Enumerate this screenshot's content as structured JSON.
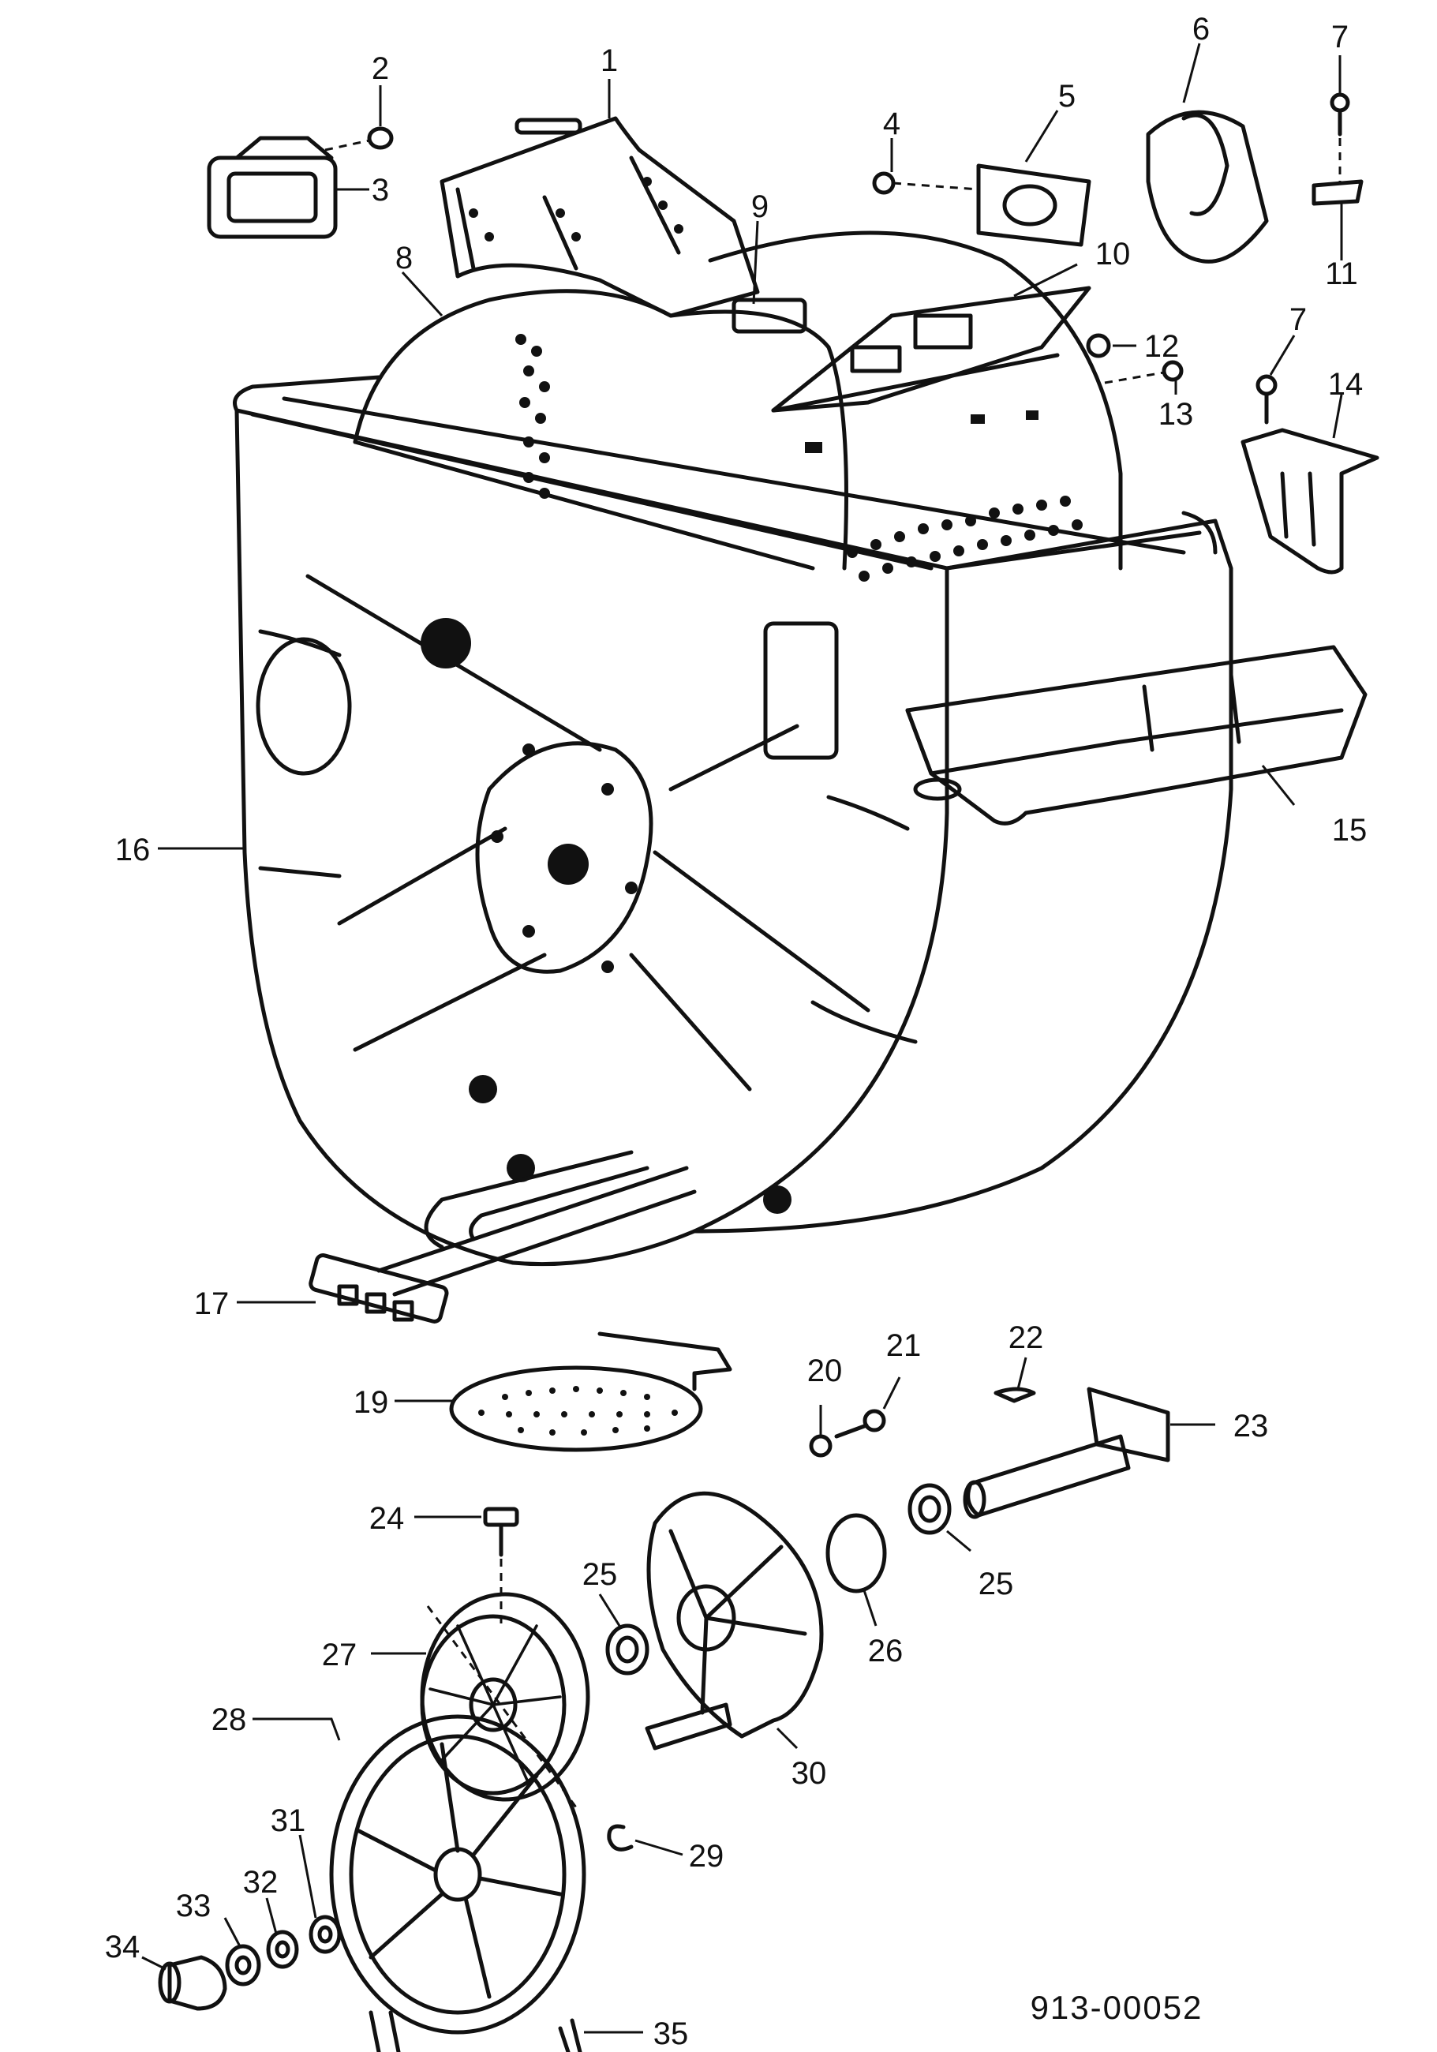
{
  "callouts": {
    "c1": "1",
    "c2": "2",
    "c3": "3",
    "c4": "4",
    "c5": "5",
    "c6": "6",
    "c7a": "7",
    "c7b": "7",
    "c8": "8",
    "c9": "9",
    "c10": "10",
    "c11": "11",
    "c12": "12",
    "c13": "13",
    "c14": "14",
    "c15": "15",
    "c16": "16",
    "c17": "17",
    "c19": "19",
    "c20": "20",
    "c21": "21",
    "c22": "22",
    "c23": "23",
    "c24": "24",
    "c25a": "25",
    "c25b": "25",
    "c26": "26",
    "c27": "27",
    "c28": "28",
    "c29": "29",
    "c30": "30",
    "c31": "31",
    "c32": "32",
    "c33": "33",
    "c34": "34",
    "c35": "35"
  },
  "catalog_number": "913-00052"
}
